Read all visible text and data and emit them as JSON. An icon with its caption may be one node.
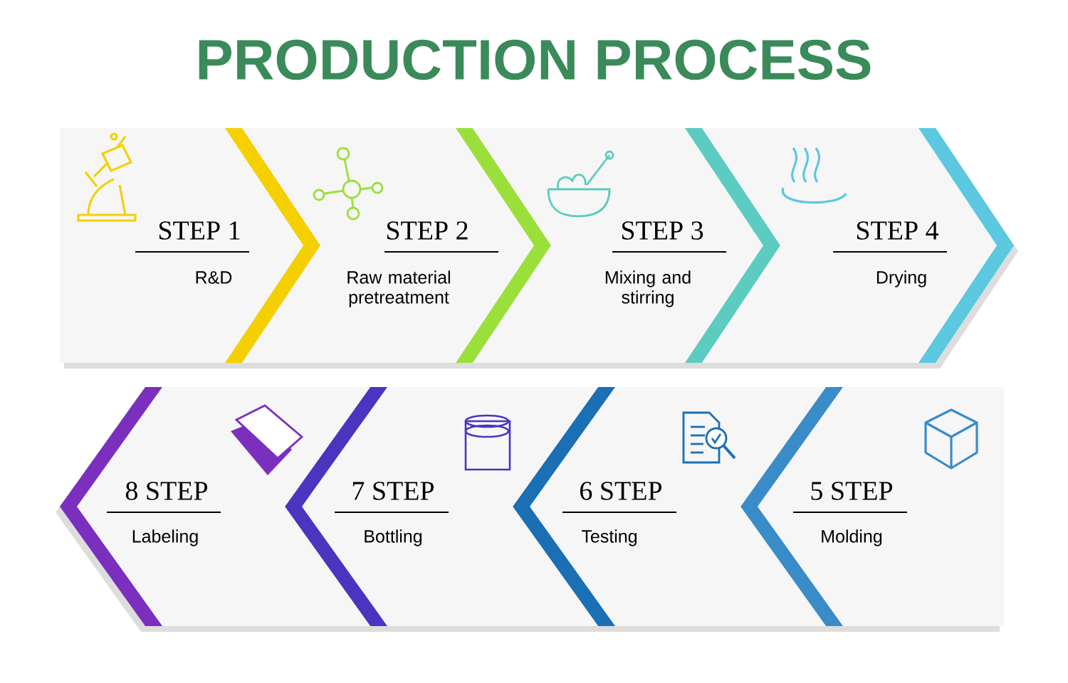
{
  "diagram": {
    "title": "PRODUCTION PROCESS",
    "nodes": [
      {
        "text": [
          "STEP 1",
          "R&D"
        ]
      },
      {
        "text": [
          "STEP 2",
          "Raw material pretreatment"
        ]
      },
      {
        "text": [
          "STEP 3",
          "Mixing and stirring"
        ]
      },
      {
        "text": [
          "STEP 4",
          "Drying"
        ]
      },
      {
        "text": [
          "5 STEP",
          "Molding"
        ]
      },
      {
        "text": [
          "6 STEP",
          "Testing"
        ]
      },
      {
        "text": [
          "7 STEP",
          "Bottling"
        ]
      },
      {
        "text": [
          "8 STEP",
          "Labeling"
        ]
      }
    ]
  }
}
